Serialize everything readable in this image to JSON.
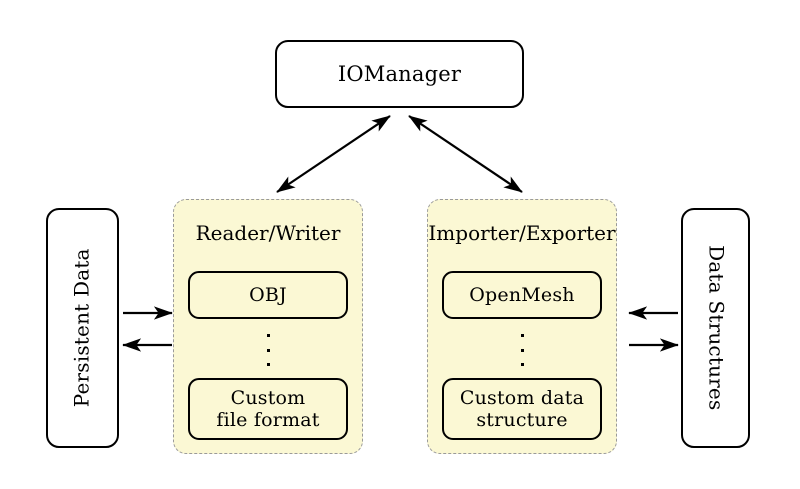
{
  "diagram": {
    "title_node": {
      "label": "IOManager"
    },
    "left_store": {
      "label": "Persistent Data"
    },
    "right_store": {
      "label": "Data Structures"
    },
    "panels": [
      {
        "id": "reader-writer",
        "title": "Reader/Writer",
        "items": [
          {
            "label": "OBJ"
          },
          {
            "label": "Custom\nfile format"
          }
        ],
        "ellipsis": "⋮"
      },
      {
        "id": "importer-exporter",
        "title": "Importer/Exporter",
        "items": [
          {
            "label": "OpenMesh"
          },
          {
            "label": "Custom data\nstructure"
          }
        ],
        "ellipsis": "⋮"
      }
    ],
    "connections": [
      {
        "name": "manager-to-reader-writer",
        "style": "double-headed-diagonal"
      },
      {
        "name": "manager-to-importer-exporter",
        "style": "double-headed-diagonal"
      },
      {
        "name": "persistent-data-to-reader-writer",
        "style": "single-right"
      },
      {
        "name": "reader-writer-to-persistent-data",
        "style": "single-left"
      },
      {
        "name": "data-structures-to-importer-exporter",
        "style": "single-left"
      },
      {
        "name": "importer-exporter-to-data-structures",
        "style": "single-right"
      }
    ],
    "colors": {
      "panel_fill": "#fbf8d4",
      "panel_border": "#9a9a9a",
      "node_border": "#000000",
      "background": "#ffffff",
      "text": "#000000"
    }
  }
}
